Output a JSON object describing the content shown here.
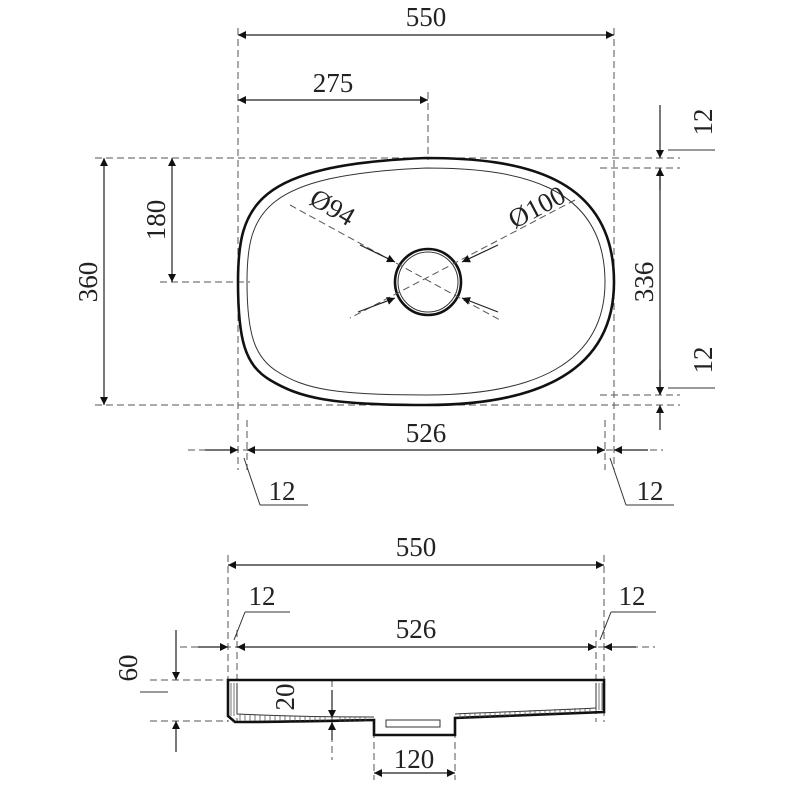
{
  "top_view": {
    "overall_width": "550",
    "half_width": "275",
    "overall_depth": "360",
    "half_depth": "180",
    "inner_depth": "336",
    "rim_top": "12",
    "rim_bottom": "12",
    "inner_width": "526",
    "rim_left": "12",
    "rim_right": "12",
    "drain_left_dia": "Ø94",
    "drain_right_dia": "Ø100"
  },
  "side_view": {
    "overall_width": "550",
    "rim_left": "12",
    "rim_right": "12",
    "inner_width": "526",
    "height": "60",
    "bowl_depth": "20",
    "drain_width": "120"
  }
}
